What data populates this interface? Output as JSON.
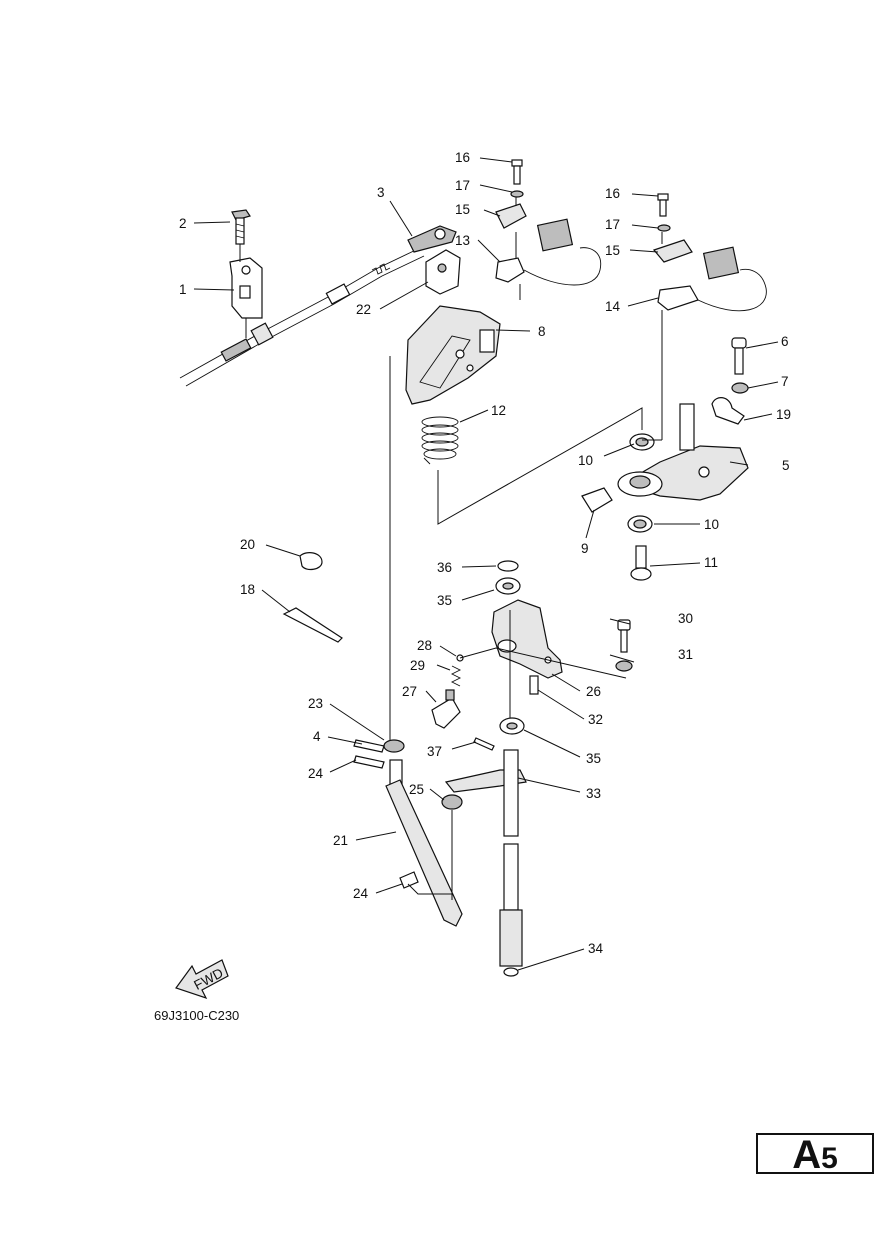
{
  "diagram": {
    "drawing_code": "69J3100-C230",
    "fwd_label": "FWD",
    "callouts": [
      "1",
      "2",
      "3",
      "4",
      "5",
      "6",
      "7",
      "8",
      "9",
      "10",
      "10",
      "11",
      "12",
      "13",
      "14",
      "15",
      "15",
      "16",
      "16",
      "17",
      "17",
      "18",
      "19",
      "20",
      "21",
      "22",
      "23",
      "24",
      "24",
      "25",
      "26",
      "27",
      "28",
      "29",
      "30",
      "31",
      "32",
      "33",
      "34",
      "35",
      "35",
      "36",
      "37"
    ]
  },
  "page_badge": {
    "letter": "A",
    "number": "5"
  }
}
